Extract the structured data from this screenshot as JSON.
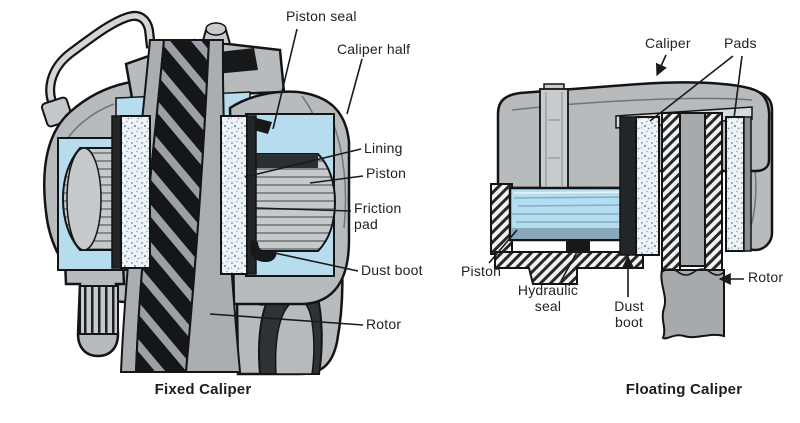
{
  "figure": {
    "left_diagram": {
      "caption": "Fixed Caliper",
      "labels": {
        "piston_seal": "Piston seal",
        "caliper_half": "Caliper half",
        "lining": "Lining",
        "piston": "Piston",
        "friction_pad": "Friction pad",
        "dust_boot": "Dust boot",
        "rotor": "Rotor"
      }
    },
    "right_diagram": {
      "caption": "Floating Caliper",
      "labels": {
        "caliper": "Caliper",
        "pads": "Pads",
        "piston": "Piston",
        "hydraulic_seal": "Hydraulic seal",
        "dust_boot": "Dust boot",
        "rotor": "Rotor"
      }
    },
    "colors": {
      "background": "#ffffff",
      "hydraulic_blue": "#b5ddee",
      "body_gray": "#b7bbbe",
      "rotor_gray": "#a6aaad",
      "dark_metal": "#17181a",
      "outline": "#141414",
      "label_text": "#222222"
    }
  }
}
